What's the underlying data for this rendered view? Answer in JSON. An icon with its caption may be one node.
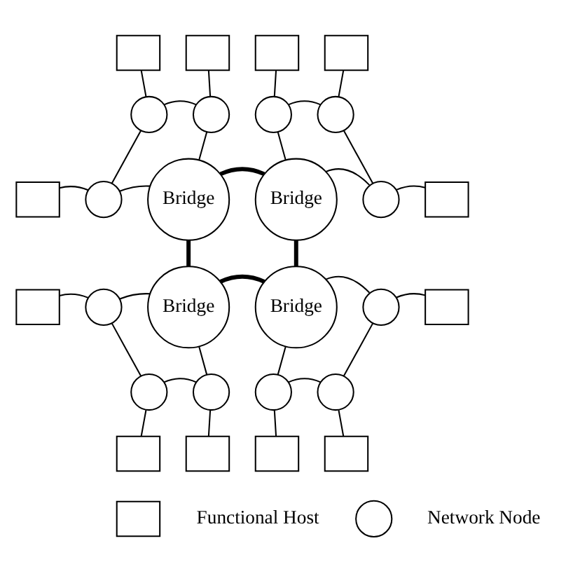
{
  "diagram": {
    "nodes": [
      {
        "text": [],
        "shape": "box"
      },
      {
        "text": [],
        "shape": "box"
      },
      {
        "text": [],
        "shape": "box"
      },
      {
        "text": [],
        "shape": "box"
      },
      {
        "text": [],
        "shape": "circle"
      },
      {
        "text": [],
        "shape": "circle"
      },
      {
        "text": [],
        "shape": "circle"
      },
      {
        "text": [],
        "shape": "circle"
      },
      {
        "text": [],
        "shape": "box"
      },
      {
        "text": [],
        "shape": "circle"
      },
      {
        "text": [
          "Bridge"
        ]
      },
      {
        "text": [
          "Bridge"
        ]
      },
      {
        "text": [],
        "shape": "circle"
      },
      {
        "text": [],
        "shape": "box"
      },
      {
        "text": [],
        "shape": "box"
      },
      {
        "text": [],
        "shape": "circle"
      },
      {
        "text": [
          "Bridge"
        ]
      },
      {
        "text": [
          "Bridge"
        ]
      },
      {
        "text": [],
        "shape": "circle"
      },
      {
        "text": [],
        "shape": "box"
      },
      {
        "text": [],
        "shape": "circle"
      },
      {
        "text": [],
        "shape": "circle"
      },
      {
        "text": [],
        "shape": "circle"
      },
      {
        "text": [],
        "shape": "circle"
      },
      {
        "text": [],
        "shape": "box"
      },
      {
        "text": [],
        "shape": "box"
      },
      {
        "text": [],
        "shape": "box"
      },
      {
        "text": [],
        "shape": "box"
      },
      {
        "text": [],
        "shape": "box"
      },
      {
        "text": [],
        "shape": "circle"
      }
    ],
    "edges": [
      {
        "from": 0,
        "to": 4,
        "arrow": "none"
      },
      {
        "from": 1,
        "to": 5,
        "arrow": "none"
      },
      {
        "from": 4,
        "to": 5,
        "arrow": "none"
      },
      {
        "from": 4,
        "to": 9,
        "arrow": "none"
      },
      {
        "from": 5,
        "to": 10,
        "arrow": "none"
      },
      {
        "from": 9,
        "to": 10,
        "arrow": "none"
      },
      {
        "from": 8,
        "to": 9,
        "arrow": "none"
      },
      {
        "from": 2,
        "to": 6,
        "arrow": "none"
      },
      {
        "from": 3,
        "to": 7,
        "arrow": "none"
      },
      {
        "from": 6,
        "to": 7,
        "arrow": "none"
      },
      {
        "from": 6,
        "to": 11,
        "arrow": "none"
      },
      {
        "from": 7,
        "to": 12,
        "arrow": "none"
      },
      {
        "from": 11,
        "to": 12,
        "arrow": "none"
      },
      {
        "from": 12,
        "to": 13,
        "arrow": "none"
      },
      {
        "from": 14,
        "to": 15,
        "arrow": "none"
      },
      {
        "from": 15,
        "to": 16,
        "arrow": "none"
      },
      {
        "from": 15,
        "to": 20,
        "arrow": "none"
      },
      {
        "from": 16,
        "to": 21,
        "arrow": "none"
      },
      {
        "from": 20,
        "to": 21,
        "arrow": "none"
      },
      {
        "from": 20,
        "to": 24,
        "arrow": "none"
      },
      {
        "from": 21,
        "to": 25,
        "arrow": "none"
      },
      {
        "from": 17,
        "to": 18,
        "arrow": "none"
      },
      {
        "from": 18,
        "to": 19,
        "arrow": "none"
      },
      {
        "from": 17,
        "to": 22,
        "arrow": "none"
      },
      {
        "from": 18,
        "to": 23,
        "arrow": "none"
      },
      {
        "from": 22,
        "to": 23,
        "arrow": "none"
      },
      {
        "from": 22,
        "to": 26,
        "arrow": "none"
      },
      {
        "from": 23,
        "to": 27,
        "arrow": "none"
      },
      {
        "from": 10,
        "to": 11,
        "arrow": "none",
        "style": "thick"
      },
      {
        "from": 10,
        "to": 16,
        "arrow": "none",
        "style": "thick"
      },
      {
        "from": 11,
        "to": 17,
        "arrow": "none",
        "style": "thick"
      },
      {
        "from": 16,
        "to": 17,
        "arrow": "none",
        "style": "thick"
      }
    ],
    "legend": [
      {
        "text": "Functional Host"
      },
      {
        "text": "Network Node"
      }
    ]
  }
}
